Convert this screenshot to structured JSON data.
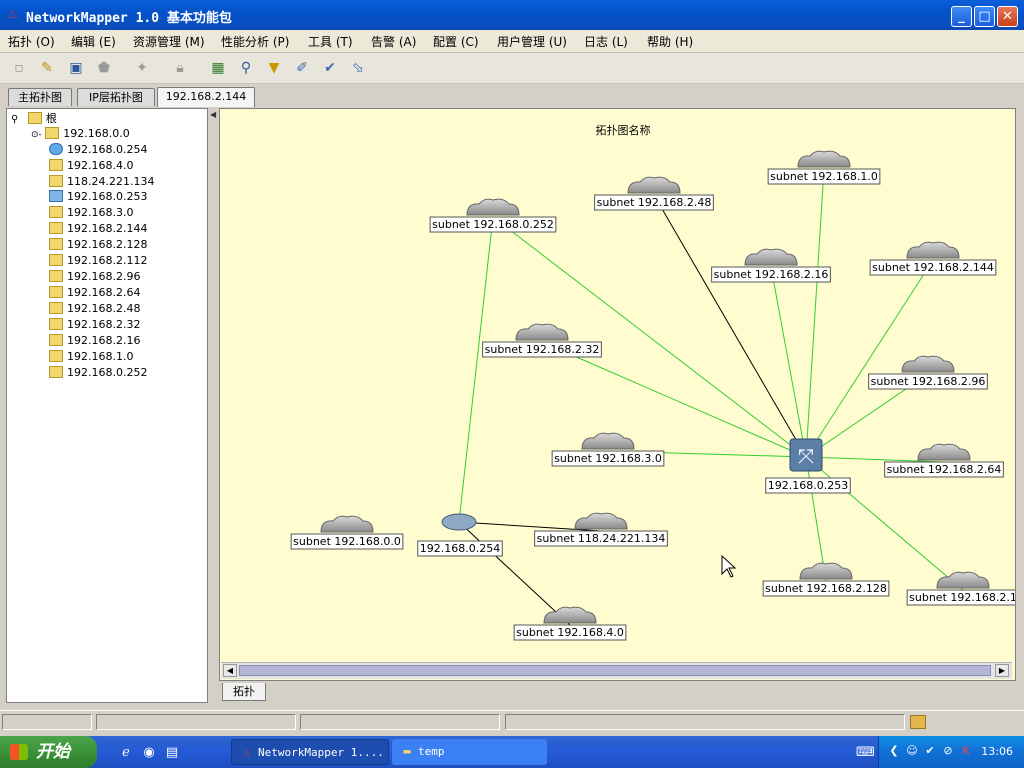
{
  "window": {
    "title": "NetworkMapper 1.0 基本功能包",
    "controls": {
      "minimize": "_",
      "maximize": "□",
      "close": "✕"
    }
  },
  "menubar": [
    "拓扑 (O)",
    "编辑 (E)",
    "资源管理 (M)",
    "性能分析 (P)",
    "工具 (T)",
    "告警 (A)",
    "配置 (C)",
    "用户管理 (U)",
    "日志 (L)",
    "帮助 (H)"
  ],
  "toolbar_icons": [
    "new-icon",
    "open-icon",
    "save-icon",
    "print-icon",
    "clear-icon",
    "lock-icon",
    "grid-icon",
    "zoom-icon",
    "filter-icon",
    "edit-icon",
    "check-icon",
    "select-icon"
  ],
  "tabs": [
    "主拓扑图",
    "IP层拓扑图",
    "192.168.2.144"
  ],
  "tabs_active": 2,
  "tree": {
    "root": "根",
    "items": [
      "192.168.0.0",
      "192.168.0.254",
      "192.168.4.0",
      "118.24.221.134",
      "192.168.0.253",
      "192.168.3.0",
      "192.168.2.144",
      "192.168.2.128",
      "192.168.2.112",
      "192.168.2.96",
      "192.168.2.64",
      "192.168.2.48",
      "192.168.2.32",
      "192.168.2.16",
      "192.168.1.0",
      "192.168.0.252"
    ]
  },
  "topology": {
    "title": "拓扑图名称",
    "switch_label": "192.168.0.253",
    "router_label": "192.168.0.254",
    "subnets": [
      "subnet 192.168.0.252",
      "subnet 192.168.2.48",
      "subnet 192.168.1.0",
      "subnet 192.168.2.16",
      "subnet 192.168.2.144",
      "subnet 192.168.2.32",
      "subnet 192.168.2.96",
      "subnet 192.168.3.0",
      "subnet 192.168.2.64",
      "subnet 192.168.0.0",
      "subnet 118.24.221.134",
      "subnet 192.168.2.128",
      "subnet 192.168.2.1",
      "subnet 192.168.4.0"
    ],
    "colors": {
      "green_link": "#33cc33",
      "black_link": "#000000",
      "background": "#fffdd0"
    }
  },
  "bottom_tab": "拓扑",
  "taskbar": {
    "start": "开始",
    "tasks": [
      "NetworkMapper 1....",
      "temp"
    ],
    "clock": "13:06"
  }
}
